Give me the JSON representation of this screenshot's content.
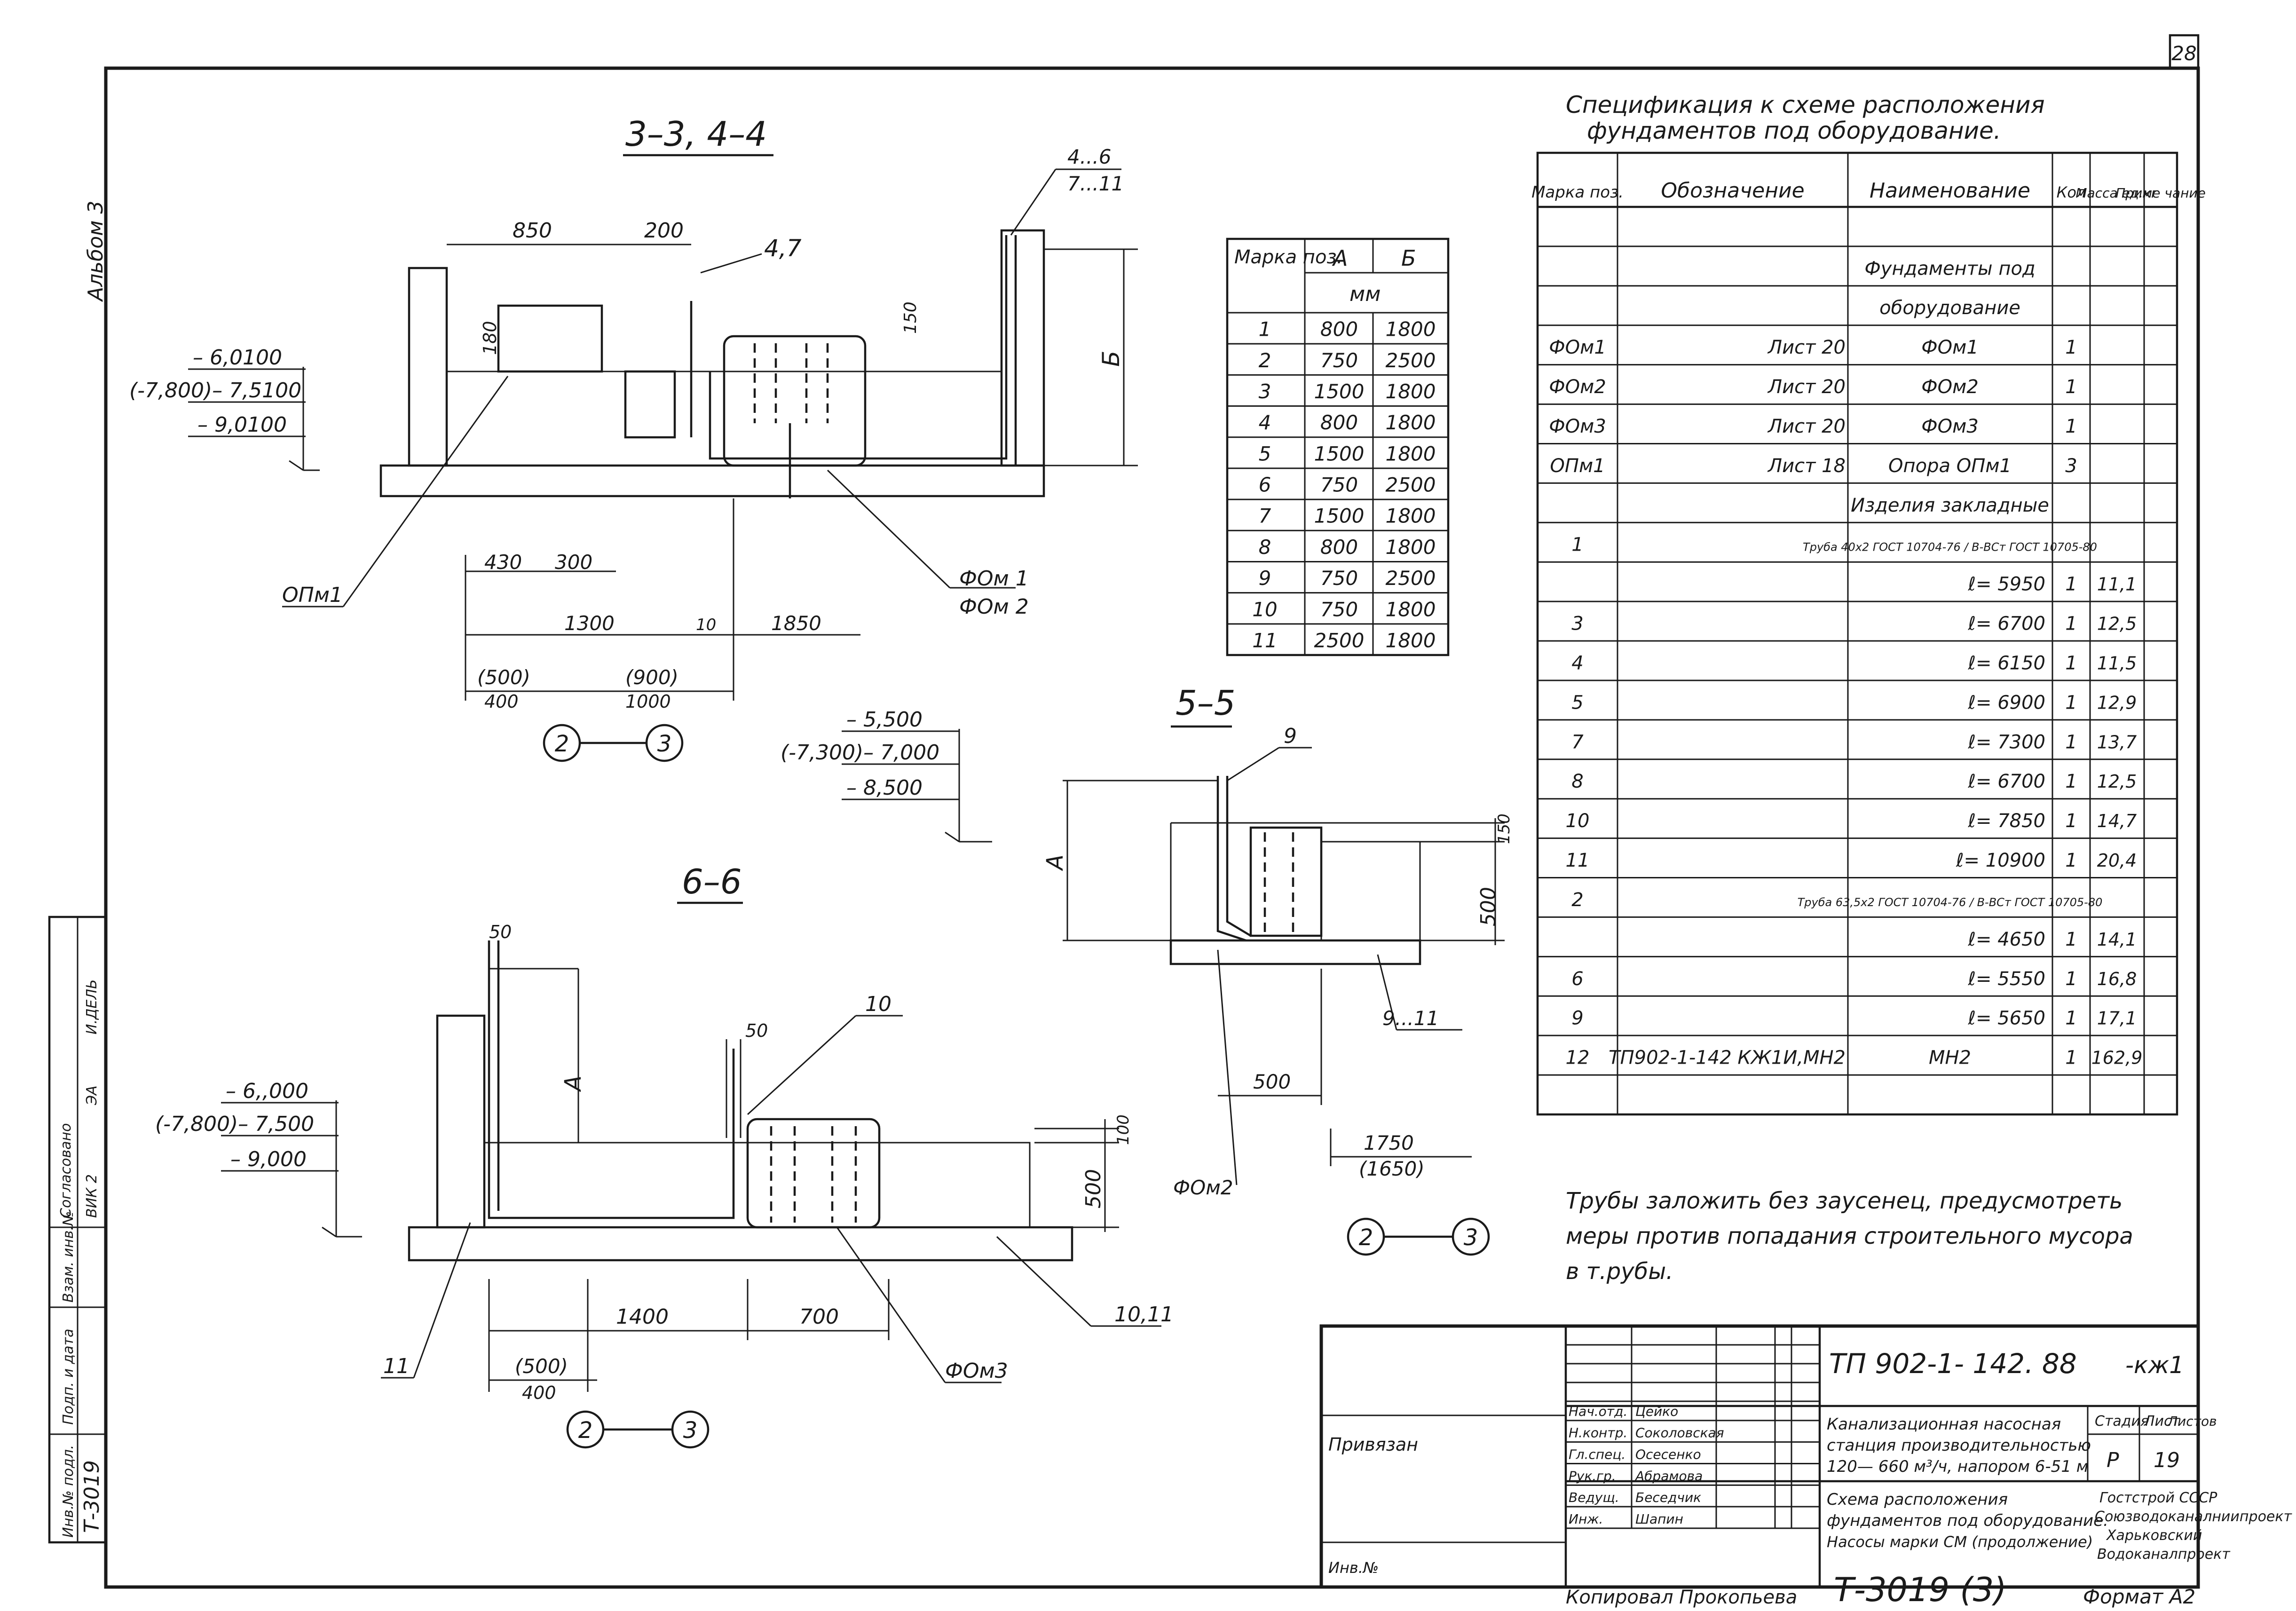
{
  "sheet_number": "28",
  "album_label": "Альбом 3",
  "section_33": {
    "title": "3–3, 4–4",
    "dims": [
      "850",
      "200",
      "430",
      "300",
      "1300",
      "10",
      "1850",
      "(500)",
      "400",
      "(900)",
      "1000"
    ],
    "dim_180": "180",
    "dim_150": "150",
    "dim_b": "Б",
    "callout_47": "4,7",
    "callout_4_6": "4...6",
    "callout_7_11": "7...11",
    "opm": "ОПм1",
    "fom1": "ФОм 1",
    "fom2": "ФОм 2",
    "levels": [
      "– 6,0100",
      "(-7,800)– 7,5100",
      "– 9,0100"
    ],
    "axis_a": "2",
    "axis_b": "3"
  },
  "levels_mid": [
    "– 5,500",
    "(-7,300)– 7,000",
    "– 8,500"
  ],
  "section_66": {
    "title": "6–6",
    "dims": [
      "50",
      "50",
      "1400",
      "700",
      "(500)",
      "400",
      "100",
      "500"
    ],
    "dim_a": "А",
    "callout_10": "10",
    "callout_11": "11",
    "callout_1011": "10,11",
    "fom3": "ФОм3",
    "levels": [
      "– 6,,000",
      "(-7,800)– 7,500",
      "– 9,000"
    ],
    "axis_a": "2",
    "axis_b": "3"
  },
  "section_55": {
    "title": "5–5",
    "callout_9": "9",
    "callout_911": "9...11",
    "dim_a": "А",
    "dim_150": "150",
    "dim_500_v": "500",
    "dim_500_h": "500",
    "dim_1750": "1750",
    "dim_1650": "(1650)",
    "fom2": "ФОм2",
    "axis_a": "2",
    "axis_b": "3"
  },
  "mark_table": {
    "header_mark": "Марка поз.",
    "header_a": "А",
    "header_b": "Б",
    "header_unit": "мм",
    "rows": [
      [
        "1",
        "800",
        "1800"
      ],
      [
        "2",
        "750",
        "2500"
      ],
      [
        "3",
        "1500",
        "1800"
      ],
      [
        "4",
        "800",
        "1800"
      ],
      [
        "5",
        "1500",
        "1800"
      ],
      [
        "6",
        "750",
        "2500"
      ],
      [
        "7",
        "1500",
        "1800"
      ],
      [
        "8",
        "800",
        "1800"
      ],
      [
        "9",
        "750",
        "2500"
      ],
      [
        "10",
        "750",
        "1800"
      ],
      [
        "11",
        "2500",
        "1800"
      ]
    ]
  },
  "spec": {
    "title1": "Спецификация к схеме расположения",
    "title2": "фундаментов под оборудование.",
    "headers": [
      "Марка поз.",
      "Обозначение",
      "Наименование",
      "Кол",
      "Масса ед.кг",
      "Приме чание"
    ],
    "rows": [
      [
        "",
        "",
        "",
        "",
        "",
        ""
      ],
      [
        "",
        "",
        "Фундаменты под",
        "",
        "",
        ""
      ],
      [
        "",
        "",
        "оборудование",
        "",
        "",
        ""
      ],
      [
        "ФОм1",
        "Лист 20",
        "ФОм1",
        "1",
        "",
        ""
      ],
      [
        "ФОм2",
        "Лист 20",
        "ФОм2",
        "1",
        "",
        ""
      ],
      [
        "ФОм3",
        "Лист 20",
        "ФОм3",
        "1",
        "",
        ""
      ],
      [
        "ОПм1",
        "Лист 18",
        "Опора ОПм1",
        "3",
        "",
        ""
      ],
      [
        "",
        "",
        "Изделия закладные",
        "",
        "",
        ""
      ],
      [
        "1",
        "",
        "Труба 40х2 ГОСТ 10704-76 / В-ВСт ГОСТ 10705-80",
        "",
        "",
        ""
      ],
      [
        "",
        "",
        "ℓ= 5950",
        "1",
        "11,1",
        ""
      ],
      [
        "3",
        "",
        "ℓ= 6700",
        "1",
        "12,5",
        ""
      ],
      [
        "4",
        "",
        "ℓ= 6150",
        "1",
        "11,5",
        ""
      ],
      [
        "5",
        "",
        "ℓ= 6900",
        "1",
        "12,9",
        ""
      ],
      [
        "7",
        "",
        "ℓ= 7300",
        "1",
        "13,7",
        ""
      ],
      [
        "8",
        "",
        "ℓ= 6700",
        "1",
        "12,5",
        ""
      ],
      [
        "10",
        "",
        "ℓ= 7850",
        "1",
        "14,7",
        ""
      ],
      [
        "11",
        "",
        "ℓ= 10900",
        "1",
        "20,4",
        ""
      ],
      [
        "2",
        "",
        "Труба 63,5х2 ГОСТ 10704-76 / В-ВСт ГОСТ 10705-80",
        "",
        "",
        ""
      ],
      [
        "",
        "",
        "ℓ= 4650",
        "1",
        "14,1",
        ""
      ],
      [
        "6",
        "",
        "ℓ= 5550",
        "1",
        "16,8",
        ""
      ],
      [
        "9",
        "",
        "ℓ= 5650",
        "1",
        "17,1",
        ""
      ],
      [
        "12",
        "ТП902-1-142 КЖ1И,МН2",
        "МН2",
        "1",
        "162,9",
        ""
      ],
      [
        "",
        "",
        "",
        "",
        "",
        ""
      ]
    ]
  },
  "note": {
    "line1": "Трубы заложить без заусенец, предусмотреть",
    "line2": "меры против попадания строительного мусора",
    "line3": "в т.рубы."
  },
  "stamp": {
    "code": "ТП 902-1- 142. 88",
    "suffix": "-кж1",
    "roles": [
      "Нач.отд.",
      "Н.контр.",
      "Гл.спец.",
      "Рук.гр.",
      "Ведущ.",
      "Инж."
    ],
    "names": [
      "Цейко",
      "Соколовская",
      "Осесенко",
      "Абрамова",
      "Беседчик",
      "Шапин"
    ],
    "project1": "Канализационная насосная",
    "project2": "станция производительностью",
    "project3": "120— 660 м³/ч, напором 6-51 м",
    "sheet_title1": "Схема расположения",
    "sheet_title2": "фундаментов под оборудование.",
    "sheet_title3": "Насосы марки СМ (продолжение)",
    "stage_h": "Стадия",
    "sheet_h": "Лист",
    "sheets_h": "Листов",
    "stage": "Р",
    "sheet": "19",
    "org1": "Гостстрой СССР",
    "org2": "Союзводоканалниипроект",
    "org3": "Харьковский",
    "org4": "Водоканалпроект",
    "privyazan": "Привязан",
    "inv": "Инв.№"
  },
  "side_stamp": {
    "inv_no": "Т-3019",
    "labels": [
      "Инв.№ подл.",
      "Подп. и дата",
      "Взам. инв.№"
    ],
    "copy_labels": [
      "Согласовано",
      "ВИК 2",
      "ЭА",
      "И.ДЕЛЬ"
    ]
  },
  "footer": {
    "copied": "Копировал Прокопьева",
    "inv": "Т-3019 (3)",
    "format": "Формат А2"
  }
}
